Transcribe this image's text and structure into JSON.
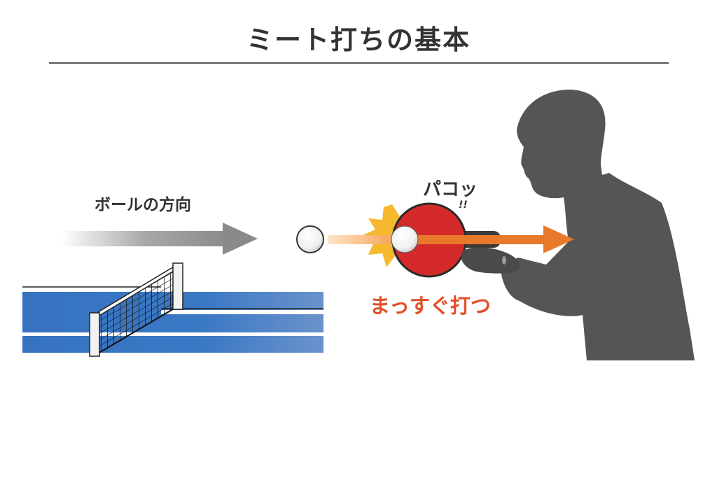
{
  "title": "ミート打ちの基本",
  "labels": {
    "ball_direction": "ボールの方向",
    "sound_effect": "パコッ",
    "sound_marks": "!!",
    "instruction": "まっすぐ打つ"
  },
  "colors": {
    "title_text": "#333333",
    "table_blue": "#3a78c4",
    "paddle_red": "#d42a2a",
    "impact_yellow": "#f5b82e",
    "arrow_orange": "#e8782a",
    "instruction_red": "#e0502a",
    "silhouette_gray": "#555555",
    "gray_arrow": "#8a8a8a"
  },
  "elements": [
    "title",
    "ball-direction-arrow",
    "ball",
    "table-tennis-table",
    "net",
    "paddle",
    "impact-burst",
    "hit-direction-arrow",
    "player-silhouette"
  ]
}
